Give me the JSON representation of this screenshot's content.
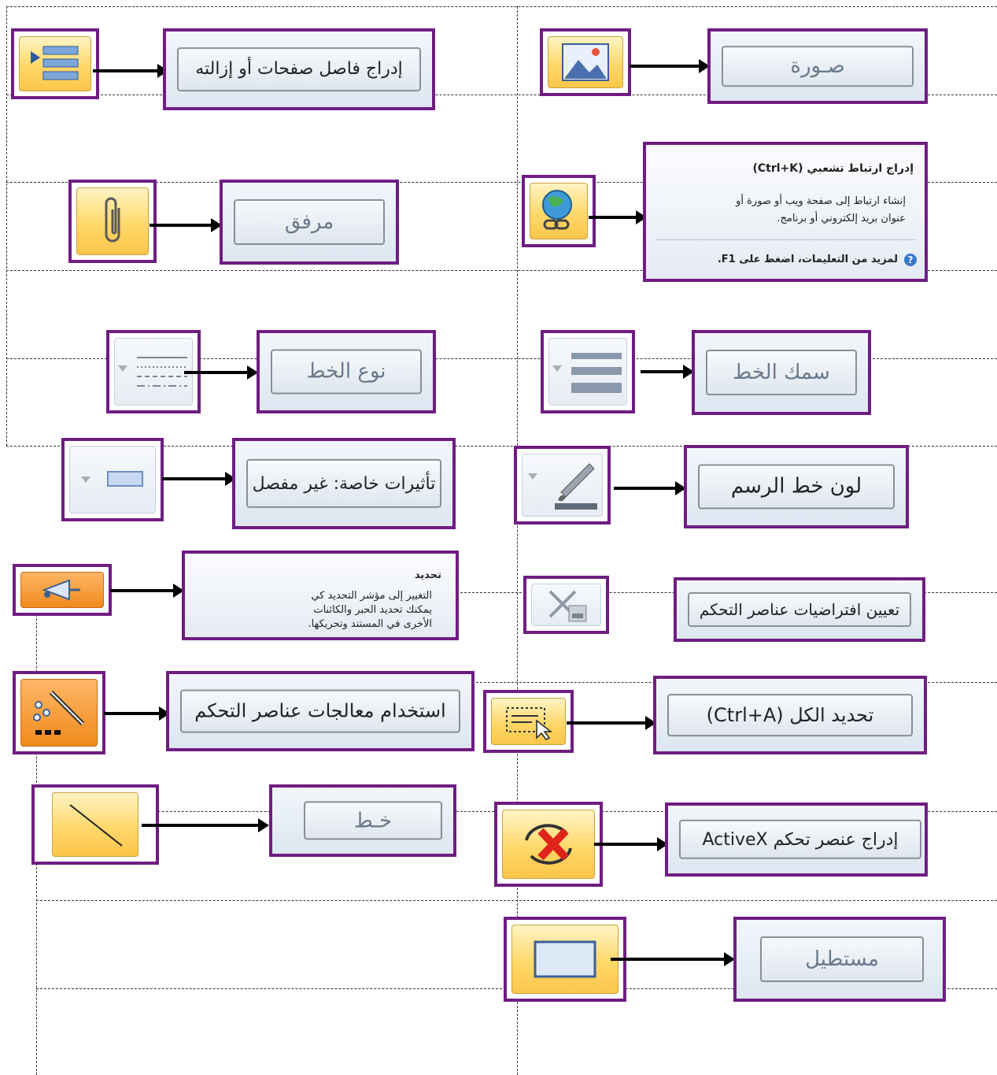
{
  "items": {
    "page_break": {
      "label": "إدراج فاصل صفحات أو إزالته"
    },
    "picture": {
      "label": "صـورة"
    },
    "attachment": {
      "label": "مرفق"
    },
    "hyperlink": {
      "title": "إدراج ارتباط تشعبي (Ctrl+K)",
      "desc_line1": "إنشاء ارتباط إلى صفحة ويب أو صورة أو",
      "desc_line2": "عنوان بريد إلكتروني أو برنامج.",
      "help": "لمزيد من التعليمات، اضغط على F1."
    },
    "line_style": {
      "label": "نوع الخط"
    },
    "line_weight": {
      "label": "سمك الخط"
    },
    "effects": {
      "label": "تأثيرات خاصة: غير مفصل"
    },
    "line_color": {
      "label": "لون خط الرسم"
    },
    "select": {
      "title": "تحديد",
      "desc_line1": "التغيير إلى مؤشر التحديد كي",
      "desc_line2": "يمكنك تحديد الحبر والكائنات",
      "desc_line3": "الأخرى في المستند وتحريكها."
    },
    "control_defaults": {
      "label": "تعيين افتراضيات عناصر التحكم"
    },
    "control_wizards": {
      "label": "استخدام معالجات عناصر التحكم"
    },
    "select_all": {
      "label": "تحديد الكل (Ctrl+A)"
    },
    "line": {
      "label": "خـط"
    },
    "activex": {
      "label": "إدراج عنصر تحكم ActiveX"
    },
    "rectangle": {
      "label": "مستطيل"
    }
  },
  "icons": {
    "page_break": "page-break-icon",
    "picture": "picture-icon",
    "attachment": "paperclip-icon",
    "hyperlink": "hyperlink-globe-icon",
    "line_style": "line-style-icon",
    "line_weight": "line-weight-icon",
    "effects": "effects-icon",
    "line_color": "line-color-icon",
    "select": "select-pointer-icon",
    "control_defaults": "control-defaults-icon",
    "control_wizards": "control-wizards-icon",
    "select_all": "select-all-icon",
    "line": "line-icon",
    "activex": "activex-icon",
    "rectangle": "rectangle-icon"
  },
  "colors": {
    "frame": "#6f1d82",
    "arrow": "#000000"
  }
}
